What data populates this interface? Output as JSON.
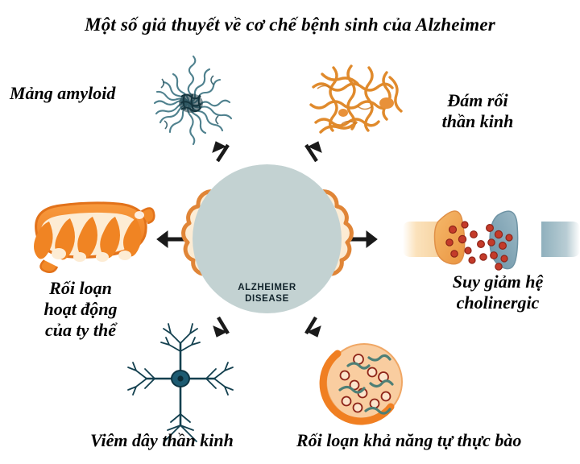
{
  "title": "Một số giả thuyết về cơ chế bệnh sinh của Alzheimer",
  "center": {
    "caption": "ALZHEIMER\nDISEASE",
    "icon": "brain-coronal-section",
    "circle_color": "#c3d2d2"
  },
  "nodes": [
    {
      "id": "amyloid-plaque",
      "label": "Mảng amyloid",
      "icon": "amyloid-plaque-icon",
      "position": "top-left",
      "color": "#4d7f8c"
    },
    {
      "id": "neurofibrillary-tangle",
      "label": "Đám rối\nthần kinh",
      "icon": "neurofibrillary-tangle-icon",
      "position": "top-right",
      "color": "#e8962e"
    },
    {
      "id": "mitochondrial-dysfunction",
      "label": "Rối loạn\nhoạt động\ncủa ty thể",
      "icon": "mitochondrion-icon",
      "position": "left",
      "color": "#ef7f21"
    },
    {
      "id": "cholinergic-deficit",
      "label": "Suy giảm hệ\ncholinergic",
      "icon": "synapse-icon",
      "position": "right",
      "color": "#e8903c"
    },
    {
      "id": "neuroinflammation",
      "label": "Viêm dây thần kinh",
      "icon": "neuron-microglia-icon",
      "position": "bottom-left",
      "color": "#1d4a5c"
    },
    {
      "id": "autophagy-impairment",
      "label": "Rối loạn khả năng tự thực bào",
      "icon": "autophagosome-icon",
      "position": "bottom-right",
      "color": "#f07f22"
    }
  ],
  "arrows": {
    "count": 6,
    "color": "#1a1a1a",
    "directions": [
      "up-left",
      "up-right",
      "left",
      "right",
      "down-left",
      "down-right"
    ]
  }
}
